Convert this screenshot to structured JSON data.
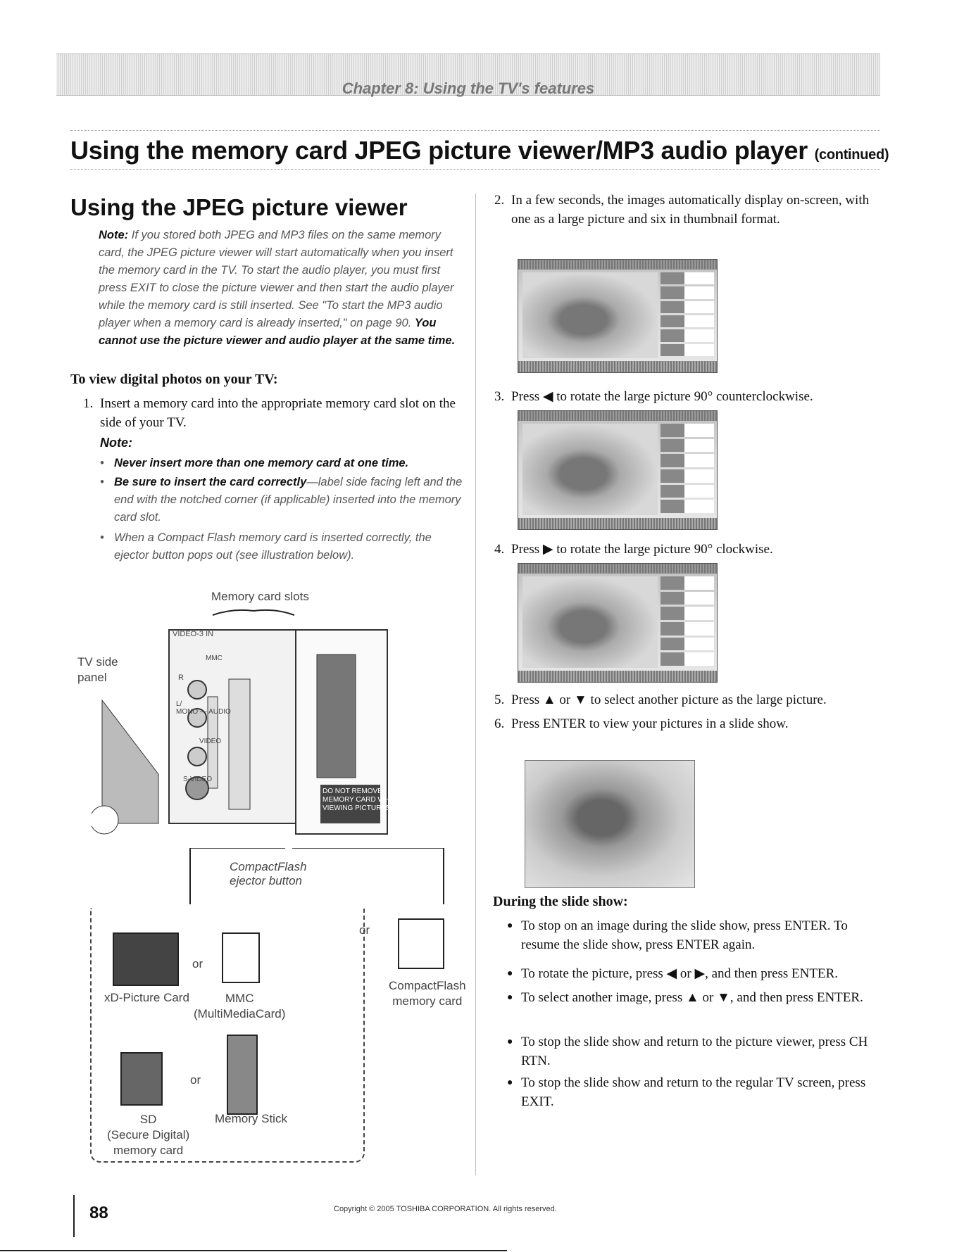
{
  "header": {
    "chapter": "Chapter 8: Using the TV's features",
    "title": "Using the memory card JPEG picture viewer/MP3 audio player",
    "title_suffix": "(continued)"
  },
  "left": {
    "section_title": "Using the JPEG picture viewer",
    "note1": {
      "label": "Note:",
      "text": "If you stored both JPEG and MP3 files on the same memory card, the JPEG picture viewer will start automatically when you insert the memory card in the TV. To start the audio player, you must first press EXIT to close the picture viewer and then start the audio player while the memory card is still inserted. See \"To start the MP3 audio player when a memory card is already inserted,\" on page 90.",
      "bold": "You cannot use the picture viewer and audio player at the same time."
    },
    "subhead": "To view digital photos on your TV:",
    "step1": {
      "num": "1.",
      "text": "Insert a memory card into the appropriate memory card slot on the side of your TV."
    },
    "note2_label": "Note:",
    "bullets": [
      {
        "bold": "Never insert more than one memory card at one time.",
        "text": ""
      },
      {
        "bold": "Be sure to insert the card correctly",
        "text": "—label side facing left and the end with the notched corner (if applicable) inserted into the memory card slot."
      },
      {
        "bold": "",
        "text": "When a Compact Flash memory card is inserted correctly, the ejector button pops out (see illustration below)."
      }
    ],
    "figure": {
      "memory_card_slots": "Memory card slots",
      "tv_side_panel": "TV side\npanel",
      "ejector": "CompactFlash\nejector button",
      "panel_video3": "VIDEO-3 IN",
      "panel_r": "R",
      "panel_audio": "L/\nMONO — AUDIO",
      "panel_video": "VIDEO",
      "panel_svideo": "S-VIDEO",
      "panel_mmc": "MMC",
      "door_text": "DO NOT REMOVE\nMEMORY CARD WHILE\nVIEWING PICTURES",
      "xd_label": "xD-Picture Card",
      "mmc_label": "MMC\n(MultiMediaCard)",
      "sd_label": "SD\n(Secure Digital)\nmemory card",
      "ms_label": "Memory Stick",
      "cf_label": "CompactFlash\nmemory card",
      "or": "or"
    }
  },
  "right": {
    "step2": {
      "num": "2.",
      "text": "In a few seconds, the images automatically display on-screen, with one as a large picture and six in thumbnail format."
    },
    "step3": {
      "num": "3.",
      "text": "Press ◀ to rotate the large picture 90° counterclockwise."
    },
    "step4": {
      "num": "4.",
      "text": "Press ▶ to rotate the large picture 90° clockwise."
    },
    "step5": {
      "num": "5.",
      "text": "Press ▲ or ▼ to select another picture as the large picture."
    },
    "step6": {
      "num": "6.",
      "text": "Press ENTER to view your pictures in a slide show."
    },
    "slide_head": "During the slide show:",
    "slide_bullets": [
      "To stop on an image during the slide show, press ENTER. To resume the slide show, press ENTER again.",
      "To rotate the picture, press ◀ or ▶, and then press ENTER.",
      "To select another image, press ▲ or ▼, and then press ENTER.",
      "To stop the slide show and return to the picture viewer, press CH RTN.",
      "To stop the slide show and return to the regular TV screen, press EXIT."
    ]
  },
  "footer": {
    "page": "88",
    "copyright": "Copyright © 2005 TOSHIBA CORPORATION. All rights reserved."
  }
}
